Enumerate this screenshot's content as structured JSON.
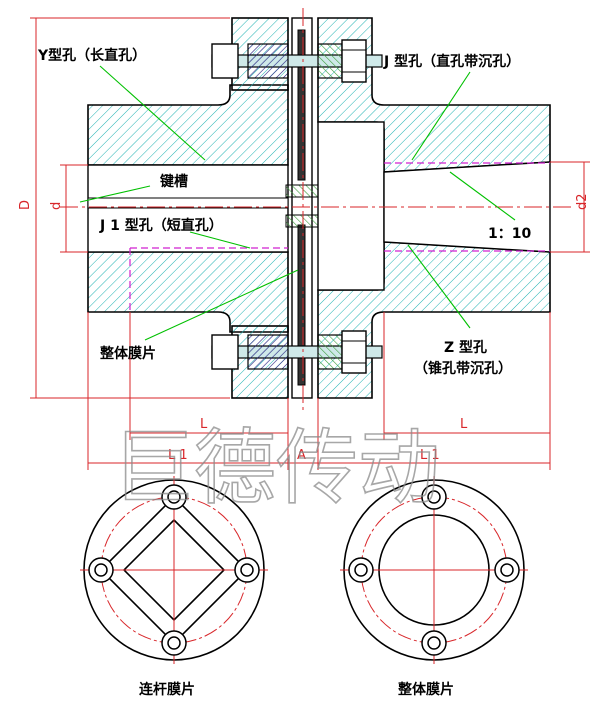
{
  "labels": {
    "y_hole": "Y型孔（长直孔）",
    "j_hole": "J 型孔（直孔带沉孔）",
    "keyway": "键槽",
    "j1_hole": "J 1 型孔（短直孔）",
    "taper": "1：10",
    "diaphragm_whole": "整体膜片",
    "z_hole_1": "Z 型孔",
    "z_hole_2": "（锥孔带沉孔）",
    "caption_link": "连杆膜片",
    "caption_whole": "整体膜片"
  },
  "dimensions": {
    "D": "D",
    "d": "d",
    "d2": "d2",
    "L_left": "L",
    "L_right": "L",
    "L1_left": "L 1",
    "L1_right": "L 1",
    "A": "A"
  },
  "watermark": "巨德传动",
  "colors": {
    "hatch_hub": "#20b3b3",
    "hatch_flange": "#1a1a7a",
    "bolt_fill": "#cfe9e9",
    "dimension": "#d8262a",
    "leader": "#00c000",
    "hidden_line": "#d020d0"
  }
}
